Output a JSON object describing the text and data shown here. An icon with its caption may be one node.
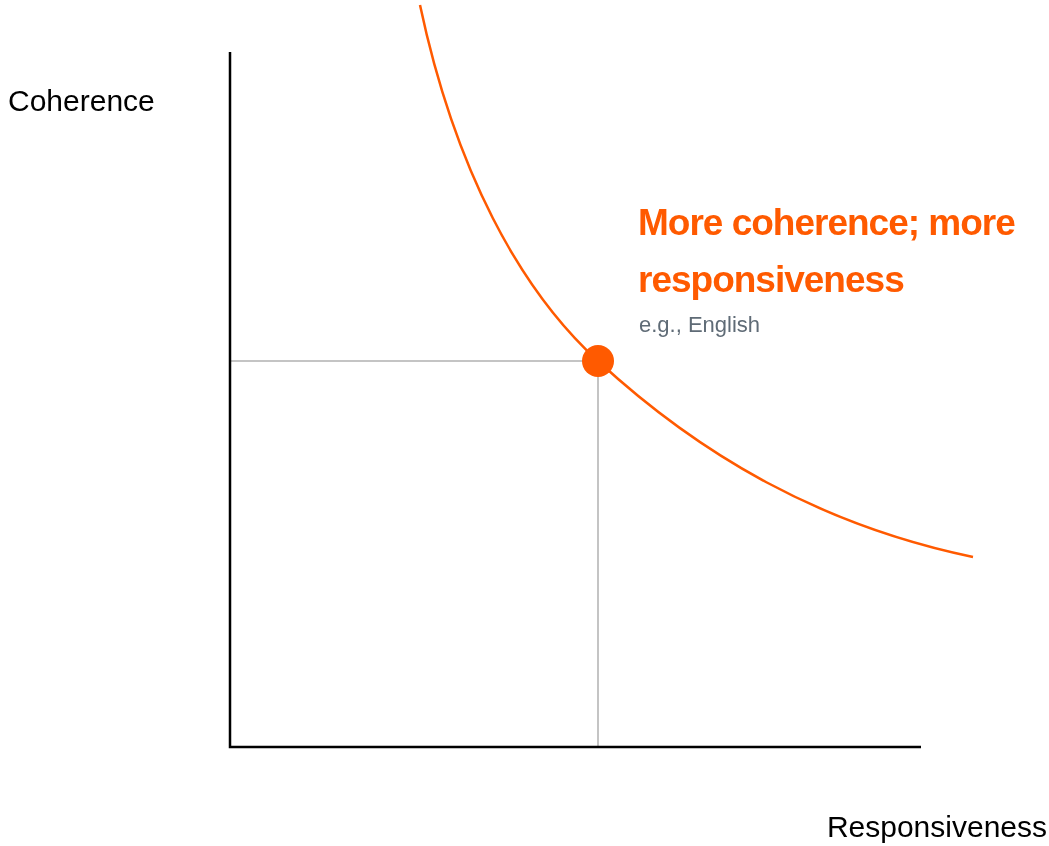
{
  "diagram": {
    "labels": [
      "Coherence",
      "More coherence; more responsiveness",
      "e.g., English",
      "Responsiveness"
    ]
  }
}
